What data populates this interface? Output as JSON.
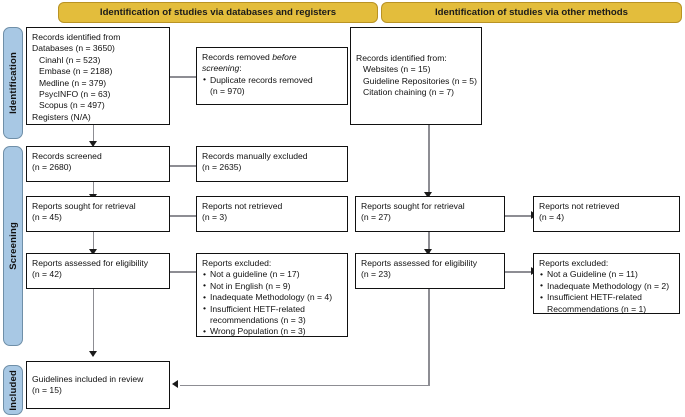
{
  "diagram": {
    "title": "PRISMA flow diagram",
    "colors": {
      "header_fill": "#e3bd3c",
      "header_border": "#b99324",
      "phase_fill": "#a8c8e4",
      "phase_border": "#6f8fa8",
      "box_border": "#111111",
      "connector": "#8d8d93",
      "background": "#ffffff"
    }
  },
  "headers": [
    {
      "id": "databases-registers",
      "label": "Identification of studies via databases and registers"
    },
    {
      "id": "other-methods",
      "label": "Identification of studies via other methods"
    }
  ],
  "phases": [
    {
      "id": "identification",
      "label": "Identification"
    },
    {
      "id": "screening",
      "label": "Screening"
    },
    {
      "id": "included",
      "label": "Included"
    }
  ],
  "boxes": {
    "records_identified": {
      "lines": [
        "Records identified from",
        "Databases (n = 3650)",
        "Cinahl (n = 523)",
        "Embase (n = 2188)",
        "Medline (n = 379)",
        "PsycINFO (n = 63)",
        "Scopus (n = 497)",
        "Registers (N/A)"
      ]
    },
    "records_removed": {
      "line1_a": "Records removed ",
      "line1_b": "before",
      "line2_a": "screening",
      "line2_b": ":",
      "bullet": "Duplicate records removed",
      "bullet_cont": "(n = 970)"
    },
    "records_identified_other": {
      "lines": [
        "Records identified from:",
        "Websites (n = 15)",
        "Guideline Repositories (n = 5)",
        "Citation chaining (n = 7)"
      ]
    },
    "records_screened": {
      "lines": [
        "Records screened",
        "(n = 2680)"
      ]
    },
    "records_manually_excluded": {
      "lines": [
        "Records manually excluded",
        "(n = 2635)"
      ]
    },
    "reports_sought_left": {
      "lines": [
        "Reports sought for retrieval",
        "(n = 45)"
      ]
    },
    "reports_not_retrieved_left": {
      "lines": [
        "Reports not retrieved",
        "(n = 3)"
      ]
    },
    "reports_sought_right": {
      "lines": [
        "Reports sought for retrieval",
        "(n = 27)"
      ]
    },
    "reports_not_retrieved_right": {
      "lines": [
        "Reports not retrieved",
        "(n = 4)"
      ]
    },
    "reports_assessed_left": {
      "lines": [
        "Reports assessed for eligibility",
        "(n = 42)"
      ]
    },
    "reports_excluded_left": {
      "heading": "Reports excluded:",
      "bullets": [
        "Not a guideline (n = 17)",
        "Not in English (n = 9)",
        "Inadequate Methodology (n = 4)",
        "Insufficient HETF-related"
      ],
      "bullet4_cont": "recommendations (n = 3)",
      "bullet5": "Wrong Population (n = 3)"
    },
    "reports_assessed_right": {
      "lines": [
        "Reports assessed for eligibility",
        "(n = 23)"
      ]
    },
    "reports_excluded_right": {
      "heading": "Reports excluded:",
      "bullets": [
        "Not a Guideline (n = 11)",
        "Inadequate Methodology (n = 2)",
        "Insufficient HETF-related"
      ],
      "bullet3_cont": "Recommendations (n = 1)"
    },
    "guidelines_included": {
      "lines": [
        "Guidelines included in review",
        "(n = 15)"
      ]
    }
  }
}
